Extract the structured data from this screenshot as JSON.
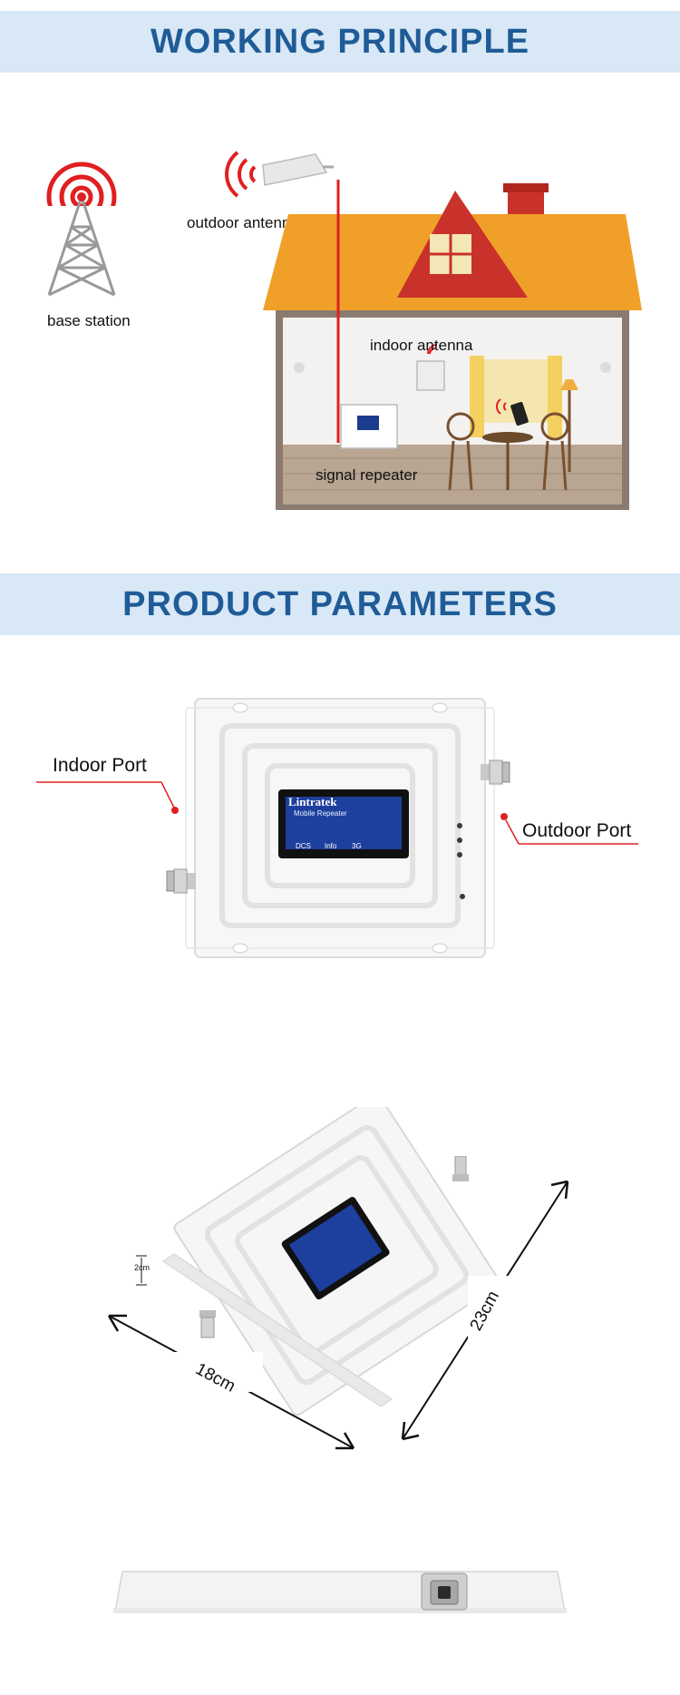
{
  "working_principle": {
    "title": "WORKING PRINCIPLE",
    "labels": {
      "base_station": "base station",
      "outdoor_antenna": "outdoor antenna",
      "indoor_antenna": "indoor antenna",
      "signal_repeater": "signal repeater"
    }
  },
  "product_parameters": {
    "title": "PRODUCT PARAMETERS",
    "ports": {
      "indoor": "Indoor Port",
      "outdoor": "Outdoor Port"
    },
    "screen": {
      "brand": "Lintratek",
      "subtitle": "Mobile Repeater",
      "band_left": "DCS",
      "band_mid": "Info",
      "band_right": "3G"
    },
    "dimensions": {
      "width": "18cm",
      "length": "23cm",
      "height": "2cm"
    }
  },
  "colors": {
    "banner_bg": "#d9e8f6",
    "banner_text": "#1f5c97",
    "signal_red": "#e02020",
    "roof_orange": "#f0a028",
    "roof_red": "#c8322a"
  }
}
